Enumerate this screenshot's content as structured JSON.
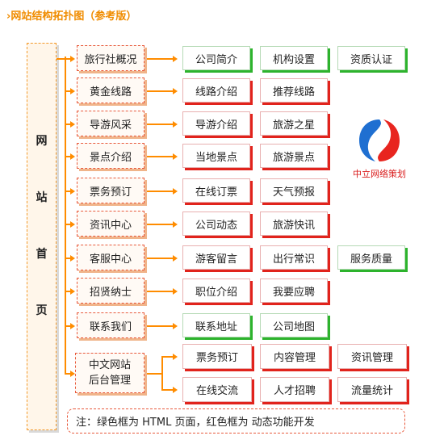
{
  "title": "›网站结构拓扑图（参考版）",
  "home": [
    "网",
    "站",
    "首",
    "页"
  ],
  "categories": [
    {
      "label": "旅行社概况",
      "children": [
        "公司简介",
        "机构设置",
        "资质认证"
      ]
    },
    {
      "label": "黄金线路",
      "children": [
        "线路介绍",
        "推荐线路"
      ]
    },
    {
      "label": "导游风采",
      "children": [
        "导游介绍",
        "旅游之星"
      ]
    },
    {
      "label": "景点介绍",
      "children": [
        "当地景点",
        "旅游景点"
      ]
    },
    {
      "label": "票务预订",
      "children": [
        "在线订票",
        "天气预报"
      ]
    },
    {
      "label": "资讯中心",
      "children": [
        "公司动态",
        "旅游快讯"
      ]
    },
    {
      "label": "客服中心",
      "children": [
        "游客留言",
        "出行常识",
        "服务质量"
      ]
    },
    {
      "label": "招贤纳士",
      "children": [
        "职位介绍",
        "我要应聘"
      ]
    },
    {
      "label": "联系我们",
      "children": [
        "联系地址",
        "公司地图"
      ]
    }
  ],
  "backend": {
    "label_line1": "中文网站",
    "label_line2": "后台管理",
    "row1": [
      "票务预订",
      "内容管理",
      "资讯管理"
    ],
    "row2": [
      "在线交流",
      "人才招聘",
      "流量统计"
    ]
  },
  "logo": {
    "text": "中立网络策划",
    "colors": [
      "#1f6fd1",
      "#e8251f"
    ]
  },
  "note": "注：绿色框为 HTML 页面，红色框为 动态功能开发",
  "colors": {
    "connector": "#ff8c00",
    "green_frame": "#2db32d",
    "red_frame": "#e1231c",
    "title": "#f08c00"
  }
}
